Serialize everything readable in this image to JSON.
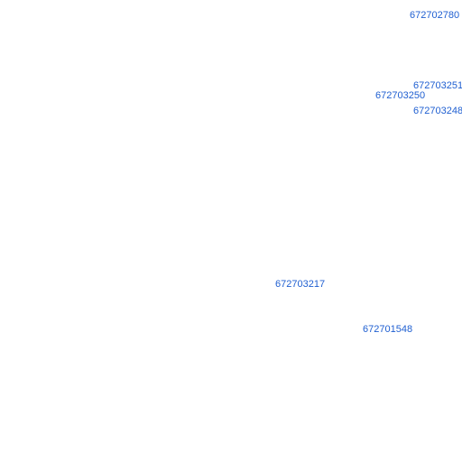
{
  "map": {
    "label_color": "#1f5fd1",
    "background": "#ffffff",
    "parcel_labels": [
      "672702780",
      "672703251",
      "672703250",
      "672703248",
      "672703217",
      "672701548"
    ]
  }
}
